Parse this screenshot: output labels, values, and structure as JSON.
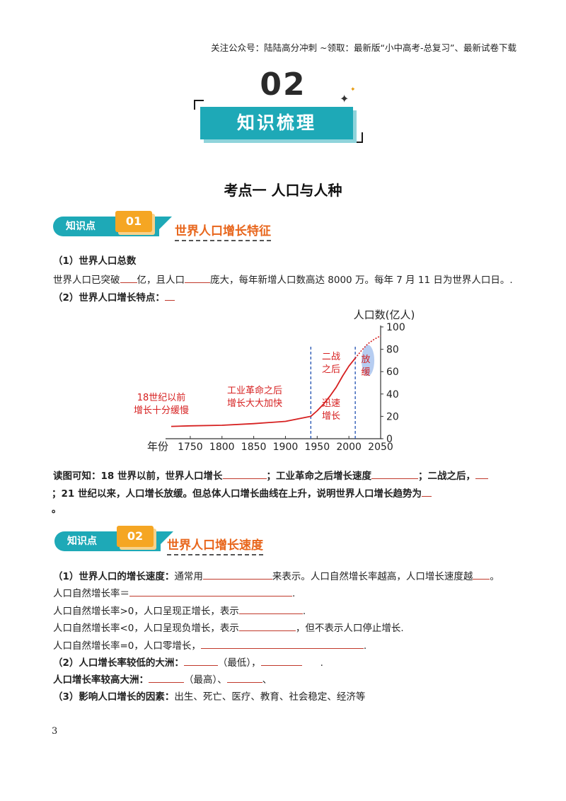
{
  "header_note": "关注公众号：陆陆高分冲刺 ~领取：最新版“小中高考-总复习”、最新试卷下载",
  "section": {
    "number": "02",
    "title": "知识梳理"
  },
  "topic_title": "考点一 人口与人种",
  "kp1": {
    "tag": "知识点",
    "num": "01",
    "title": "世界人口增长特征",
    "q1_heading": "（1）世界人口总数",
    "q1_text_a": "世界人口已突破",
    "q1_text_b": "亿，且人口",
    "q1_text_c": "庞大，每年新增人口数高达 8000 万。每年 7 月 11 日为世界人口日。.",
    "q2_heading": "（2）世界人口增长特点：",
    "q2_blank": "_",
    "conclusion_a": "读图可知：18 世界以前，世界人口增长",
    "conclusion_b": "；工业革命之后增长速度",
    "conclusion_c": "；二战之后，",
    "conclusion_d": "；21 世纪以来，人口增长放缓。但总体人口增长曲线在上升，说明世界人口增长趋势为",
    "conclusion_e": "。"
  },
  "chart_data": {
    "type": "line",
    "ylabel": "人口数(亿人)",
    "xlabel": "年份",
    "xlim": [
      1720,
      2050
    ],
    "ylim": [
      0,
      100
    ],
    "x_ticks": [
      "1750",
      "1800",
      "1850",
      "1900",
      "1950",
      "2000",
      "2050"
    ],
    "y_ticks": [
      "0",
      "20",
      "40",
      "60",
      "80",
      "100"
    ],
    "series": [
      {
        "x": [
          1720,
          1750,
          1800,
          1850,
          1900,
          1940,
          1950,
          1960,
          1970,
          1980,
          1990,
          2000,
          2010
        ],
        "y": [
          11,
          11.5,
          12,
          13.5,
          15.5,
          20,
          25,
          31,
          38,
          46,
          56,
          65,
          72
        ]
      }
    ],
    "projection": {
      "x": [
        2010,
        2020,
        2030,
        2040,
        2050
      ],
      "y": [
        72,
        79,
        85,
        89,
        92
      ]
    },
    "vlines": [
      1940,
      2010
    ],
    "annotations": [
      {
        "lines": [
          "18世纪以前",
          "增长十分缓慢"
        ]
      },
      {
        "lines": [
          "工业革命之后",
          "增长大大加快"
        ]
      },
      {
        "lines": [
          "迅速",
          "增长"
        ]
      },
      {
        "lines": [
          "二战",
          "之后"
        ]
      },
      {
        "lines": [
          "放",
          "缓"
        ]
      }
    ]
  },
  "kp2": {
    "tag": "知识点",
    "num": "02",
    "title": "世界人口增长速度",
    "l1_head": "（1）世界人口的增长速度：",
    "l1_a": "通常用",
    "l1_b": "来表示。人口自然增长率越高，人口增长速度越",
    "l1_c": "。",
    "l2": "人口自然增长率＝",
    "l2_end": ".",
    "l3_a": "人口自然增长率>0，人口呈现正增长，表示",
    "l3_end": ".",
    "l4_a": "人口自然增长率<0，人口呈现负增长，表示",
    "l4_b": "，但不表示人口停止增长.",
    "l5_a": "人口自然增长率=0，人口零增长，",
    "l5_end": ".",
    "l6_head": "（2）人口增长率较低的大洲：",
    "l6_a": "（最低），",
    "l6_end": ".",
    "l7_head": "人口增长率较高大洲：",
    "l7_a": "（最高）、",
    "l7_b": "、",
    "l8_head": "（3）影响人口增长的因素：",
    "l8_text": "出生、死亡、医疗、教育、社会稳定、经济等"
  },
  "page_number": "3",
  "colors": {
    "teal": "#1ea9b7",
    "orange": "#f5a623",
    "title_orange": "#e8661c",
    "red": "#d62020",
    "blue": "#1f4fb0"
  }
}
